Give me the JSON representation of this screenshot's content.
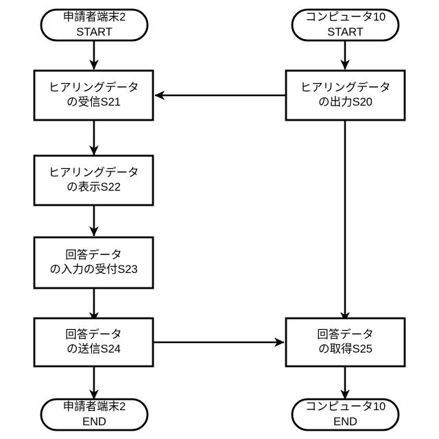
{
  "diagram": {
    "type": "flowchart",
    "title": "",
    "background_color": "#ffffff",
    "line_color": "#000000",
    "text_color": "#000000",
    "lanes": [
      {
        "id": "lane-applicant",
        "name": "申請者端末2"
      },
      {
        "id": "lane-computer",
        "name": "コンピュータ10"
      }
    ],
    "nodes": [
      {
        "id": "start-applicant",
        "shape": "stadium",
        "lane": "lane-applicant",
        "line1": "申請者端末2",
        "line2": "START"
      },
      {
        "id": "start-computer",
        "shape": "stadium",
        "lane": "lane-computer",
        "line1": "コンピュータ10",
        "line2": "START"
      },
      {
        "id": "step-s21",
        "shape": "rect",
        "lane": "lane-applicant",
        "line1": "ヒアリングデータ",
        "line2": "の受信S21"
      },
      {
        "id": "step-s20",
        "shape": "rect",
        "lane": "lane-computer",
        "line1": "ヒアリングデータ",
        "line2": "の出力S20"
      },
      {
        "id": "step-s22",
        "shape": "rect",
        "lane": "lane-applicant",
        "line1": "ヒアリングデータ",
        "line2": "の表示S22"
      },
      {
        "id": "step-s23",
        "shape": "rect",
        "lane": "lane-applicant",
        "line1": "回答データ",
        "line2": "の入力の受付S23"
      },
      {
        "id": "step-s24",
        "shape": "rect",
        "lane": "lane-applicant",
        "line1": "回答データ",
        "line2": "の送信S24"
      },
      {
        "id": "step-s25",
        "shape": "rect",
        "lane": "lane-computer",
        "line1": "回答データ",
        "line2": "の取得S25"
      },
      {
        "id": "end-applicant",
        "shape": "stadium",
        "lane": "lane-applicant",
        "line1": "申請者端末2",
        "line2": "END"
      },
      {
        "id": "end-computer",
        "shape": "stadium",
        "lane": "lane-computer",
        "line1": "コンピュータ10",
        "line2": "END"
      }
    ],
    "edges": [
      {
        "id": "edge-start-applicant-s21",
        "from": "start-applicant",
        "to": "step-s21",
        "direction": "down",
        "arrow": true
      },
      {
        "id": "edge-start-computer-s20",
        "from": "start-computer",
        "to": "step-s20",
        "direction": "down",
        "arrow": true
      },
      {
        "id": "edge-s20-s21",
        "from": "step-s20",
        "to": "step-s21",
        "direction": "left",
        "arrow": true
      },
      {
        "id": "edge-s21-s22",
        "from": "step-s21",
        "to": "step-s22",
        "direction": "down",
        "arrow": true
      },
      {
        "id": "edge-s22-s23",
        "from": "step-s22",
        "to": "step-s23",
        "direction": "down",
        "arrow": true
      },
      {
        "id": "edge-s23-s24",
        "from": "step-s23",
        "to": "step-s24",
        "direction": "down",
        "arrow": true
      },
      {
        "id": "edge-s24-s25",
        "from": "step-s24",
        "to": "step-s25",
        "direction": "right",
        "arrow": true
      },
      {
        "id": "edge-s20-s25",
        "from": "step-s20",
        "to": "step-s25",
        "direction": "down",
        "arrow": true
      },
      {
        "id": "edge-s24-end-applicant",
        "from": "step-s24",
        "to": "end-applicant",
        "direction": "down",
        "arrow": true
      },
      {
        "id": "edge-s25-end-computer",
        "from": "step-s25",
        "to": "end-computer",
        "direction": "down",
        "arrow": true
      }
    ]
  }
}
